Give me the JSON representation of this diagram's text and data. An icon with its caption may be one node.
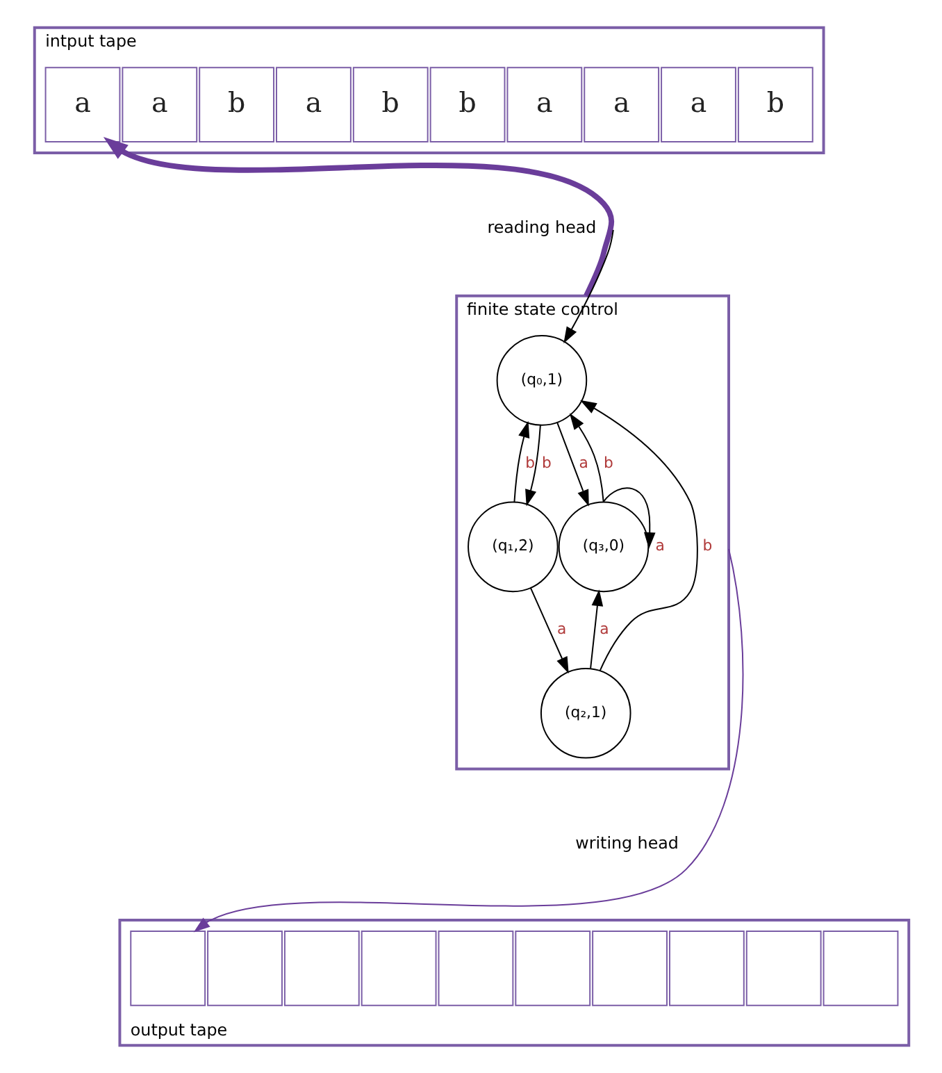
{
  "diagram": {
    "nodes": [
      {
        "text": [
          "intput tape"
        ]
      },
      {
        "text": [
          "a"
        ],
        "in": 0
      },
      {
        "text": [
          "a"
        ],
        "in": 0
      },
      {
        "text": [
          "b"
        ],
        "in": 0
      },
      {
        "text": [
          "a"
        ],
        "in": 0
      },
      {
        "text": [
          "b"
        ],
        "in": 0
      },
      {
        "text": [
          "b"
        ],
        "in": 0
      },
      {
        "text": [
          "a"
        ],
        "in": 0
      },
      {
        "text": [
          "a"
        ],
        "in": 0
      },
      {
        "text": [
          "a"
        ],
        "in": 0
      },
      {
        "text": [
          "b"
        ],
        "in": 0
      },
      {
        "text": [
          "finite state control"
        ]
      },
      {
        "text": [
          "(q₀,1)"
        ],
        "in": 11
      },
      {
        "text": [
          "(q₁,2)"
        ],
        "in": 11
      },
      {
        "text": [
          "(q₃,0)"
        ],
        "in": 11
      },
      {
        "text": [
          "(q₂,1)"
        ],
        "in": 11
      },
      {
        "text": [
          "output tape"
        ]
      },
      {
        "text": [],
        "shape": "box",
        "in": 16
      },
      {
        "text": [],
        "shape": "box",
        "in": 16
      },
      {
        "text": [],
        "shape": "box",
        "in": 16
      },
      {
        "text": [],
        "shape": "box",
        "in": 16
      },
      {
        "text": [],
        "shape": "box",
        "in": 16
      },
      {
        "text": [],
        "shape": "box",
        "in": 16
      },
      {
        "text": [],
        "shape": "box",
        "in": 16
      },
      {
        "text": [],
        "shape": "box",
        "in": 16
      },
      {
        "text": [],
        "shape": "box",
        "in": 16
      },
      {
        "text": [],
        "shape": "box",
        "in": 16
      }
    ],
    "edges": [
      {
        "from": null,
        "to": 12,
        "arrow": "to"
      },
      {
        "from": 12,
        "to": 14,
        "arrow": "to",
        "label": "a"
      },
      {
        "from": 14,
        "to": 12,
        "arrow": "to",
        "label": "b"
      },
      {
        "from": 13,
        "to": 12,
        "arrow": "to",
        "label": "b"
      },
      {
        "from": 12,
        "to": 13,
        "arrow": "to",
        "label": "b"
      },
      {
        "from": 13,
        "to": 15,
        "arrow": "to",
        "label": "a"
      },
      {
        "from": 15,
        "to": 12,
        "arrow": "to",
        "label": "b"
      },
      {
        "from": 15,
        "to": 14,
        "arrow": "to",
        "label": "a"
      },
      {
        "from": 14,
        "to": 14,
        "arrow": "to",
        "label": "a"
      },
      {
        "from": 11,
        "to": 1,
        "arrow": "to",
        "style": "thick",
        "color": "#6a3d9a"
      },
      {
        "from": 11,
        "to": 17,
        "arrow": "to",
        "color": "#6a3d9a"
      }
    ],
    "labels": [
      "reading head",
      "writing head"
    ]
  }
}
